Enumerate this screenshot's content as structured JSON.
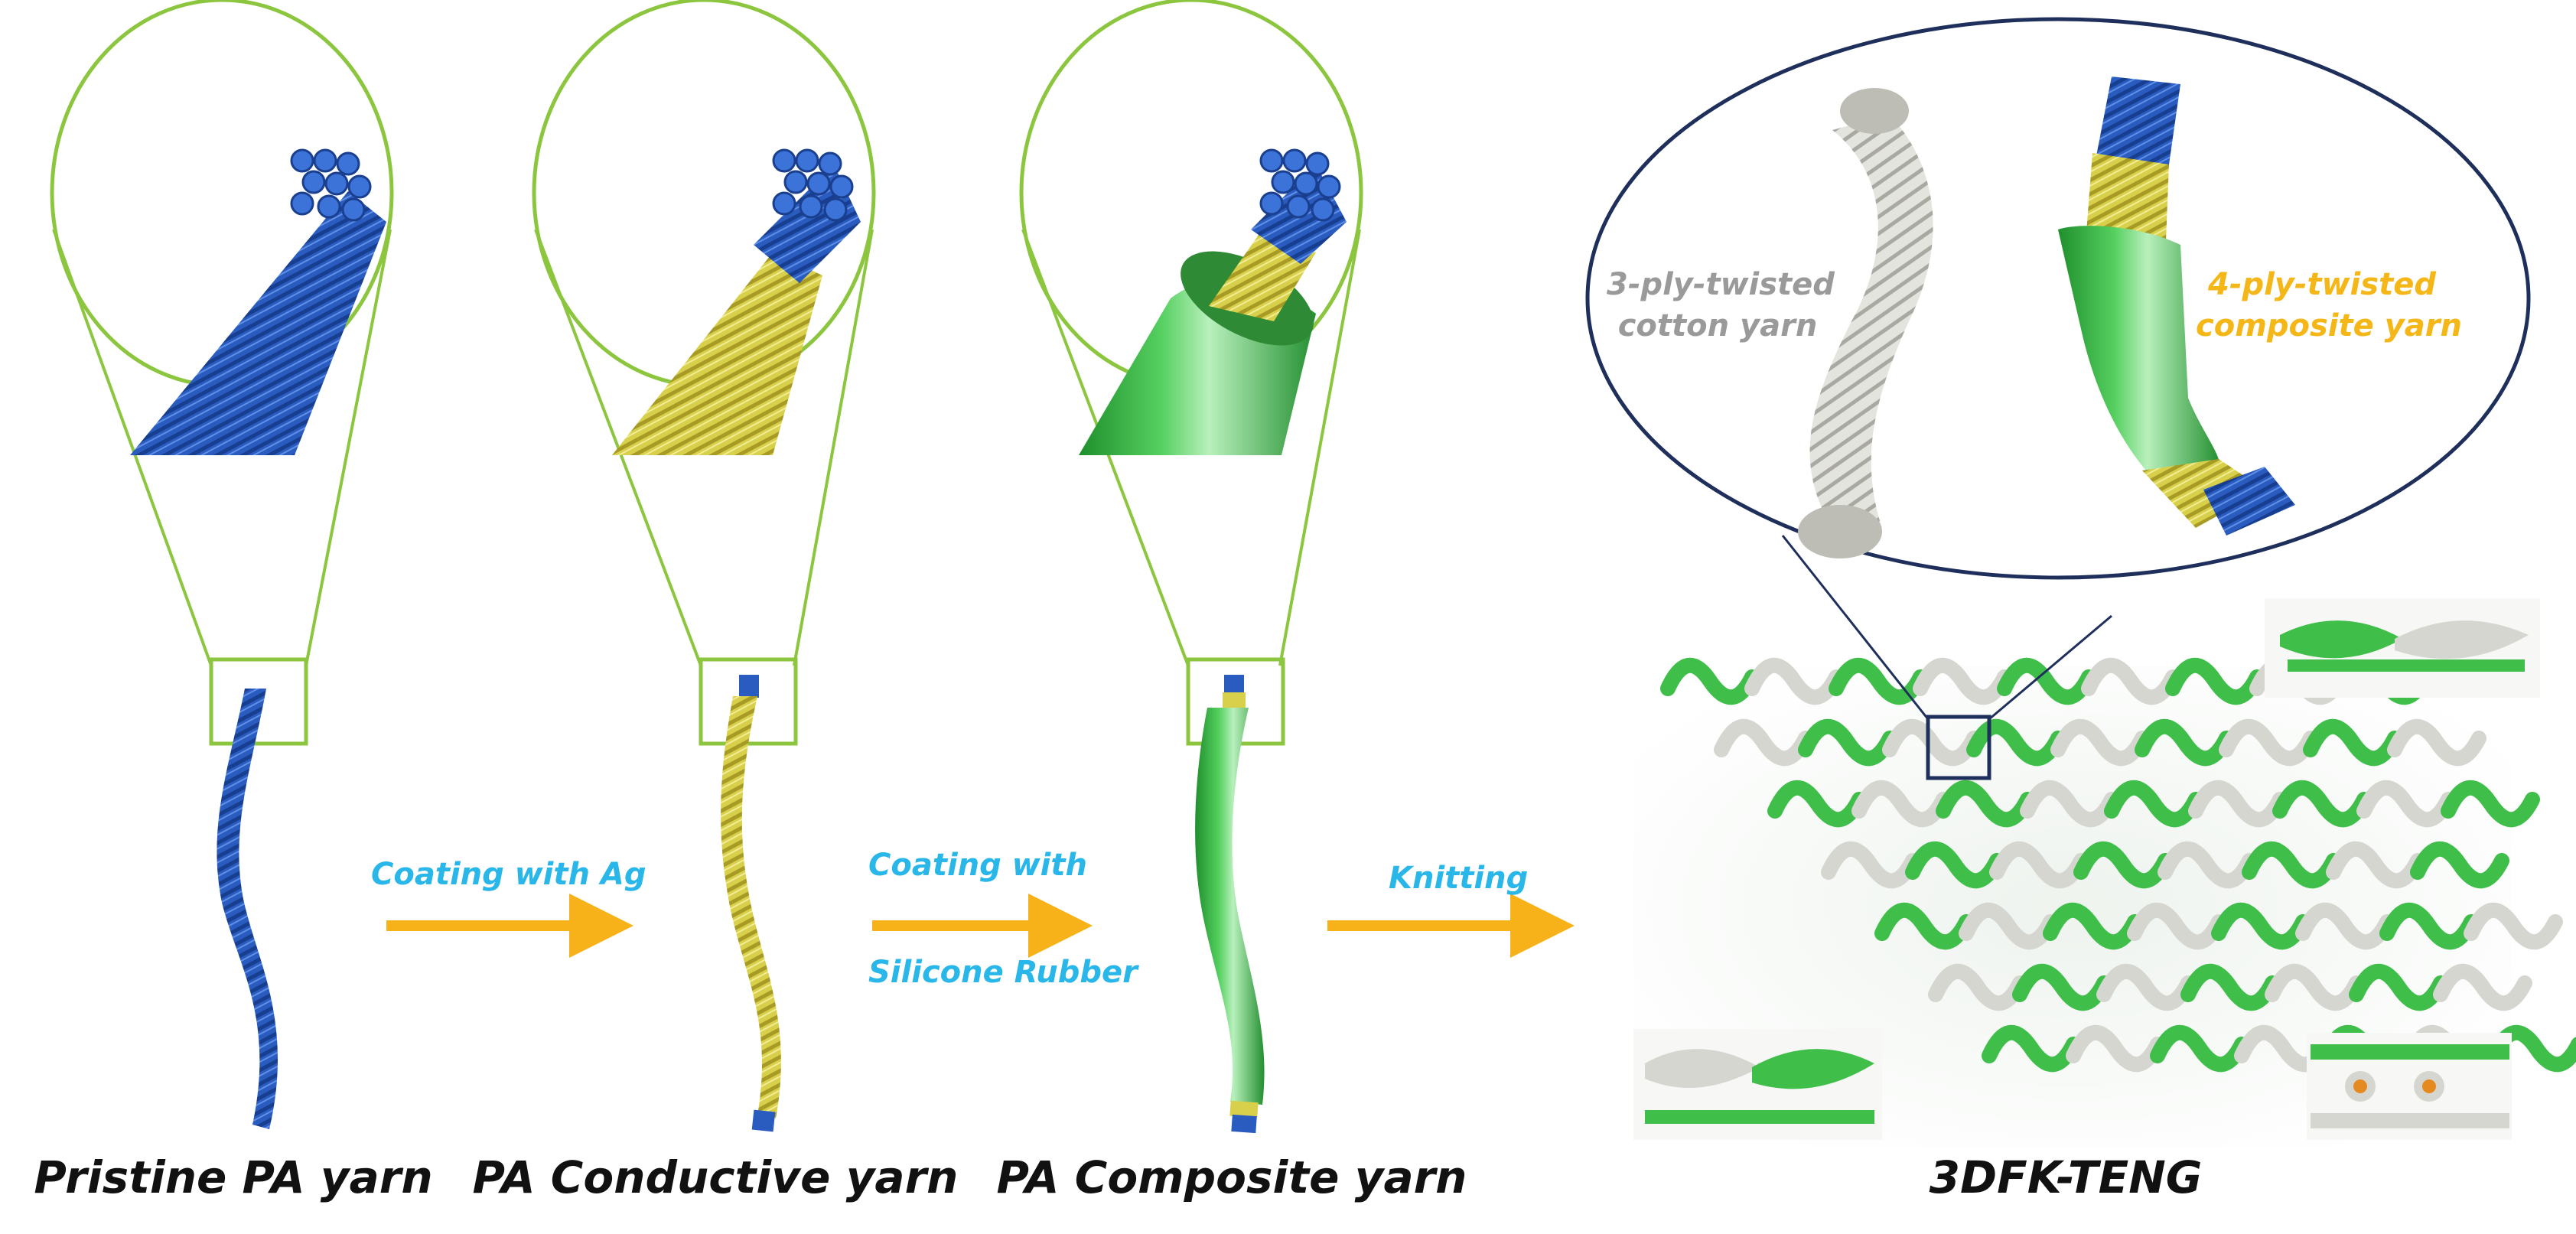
{
  "stages": [
    {
      "id": "pristine",
      "label": "Pristine PA yarn"
    },
    {
      "id": "conductive",
      "label": "PA Conductive yarn"
    },
    {
      "id": "composite",
      "label": "PA Composite yarn"
    },
    {
      "id": "device",
      "label": "3DFK-TENG"
    }
  ],
  "steps": [
    {
      "label": "Coating with Ag"
    },
    {
      "label_line1": "Coating with",
      "label_line2": "Silicone Rubber"
    },
    {
      "label": "Knitting"
    }
  ],
  "zoom_callouts": {
    "cotton_line1": "3-ply-twisted",
    "cotton_line2": "cotton yarn",
    "composite_line1": "4-ply-twisted",
    "composite_line2": "composite yarn"
  },
  "colors": {
    "pa_blue": "#2456b8",
    "silver_yellow": "#d9d24a",
    "silicone_green": "#3fbf4a",
    "cotton_gray": "#d6d6d0",
    "arrow_orange": "#f7b21a",
    "step_text_cyan": "#29b6e8",
    "outline_green": "#8cc63f",
    "zoom_outline_navy": "#1f2f5c",
    "composite_label_orange": "#f5b617",
    "cotton_label_gray": "#9a9a9a"
  }
}
